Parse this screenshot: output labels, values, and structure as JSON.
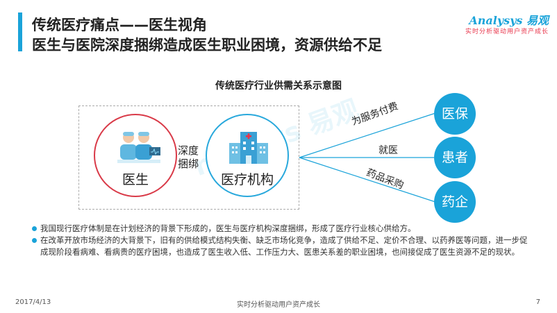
{
  "header": {
    "title_line1": "传统医疗痛点——医生视角",
    "title_line2": "医生与医院深度捆绑造成医生职业困境，资源供给不足"
  },
  "logo": {
    "brand": "Analysys 易观",
    "tagline": "实时分析驱动用户资产成长"
  },
  "diagram": {
    "title": "传统医疗行业供需关系示意图",
    "doctor_label": "医生",
    "hospital_label": "医疗机构",
    "binding_label": "深度\n捆绑",
    "targets": [
      {
        "label": "医保",
        "relation": "为服务付费"
      },
      {
        "label": "患者",
        "relation": "就医"
      },
      {
        "label": "药企",
        "relation": "药品采购"
      }
    ],
    "colors": {
      "accent": "#1aa3d9",
      "doctor_ring": "#d93a48",
      "hospital_ring": "#28a8dc"
    }
  },
  "bullets": [
    "我国现行医疗体制是在计划经济的背景下形成的，医生与医疗机构深度捆绑，形成了医疗行业核心供给方。",
    "在改革开放市场经济的大背景下，旧有的供给模式结构失衡、缺乏市场化竞争，造成了供给不足、定价不合理、以药养医等问题，进一步促成现阶段看病难、看病贵的医疗困境，也造成了医生收入低、工作压力大、医患关系差的职业困境，也间接促成了医生资源不足的现状。"
  ],
  "footer": {
    "date": "2017/4/13",
    "slogan": "实时分析驱动用户资产成长",
    "page": "7"
  }
}
